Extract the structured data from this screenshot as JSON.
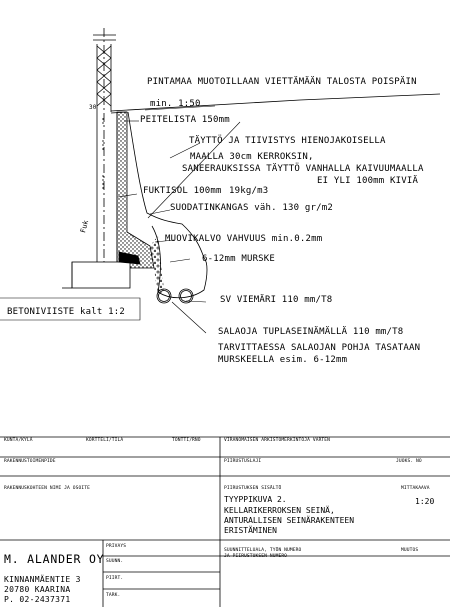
{
  "diagram": {
    "labels": {
      "pintamaa": "PINTAMAA MUOTOILLAAN VIETTÄMÄÄN TALOSTA POISPÄIN",
      "slope": "min. 1:50",
      "dim_30": "30",
      "peitelista": "PEITELISTA 150mm",
      "taytto1": "TÄYTTÖ JA TIIVISTYS HIENOJAKOISELLA",
      "taytto2": "MAALLA 30cm KERROKSIN,",
      "taytto3": "SANEERAUKSISSA TÄYTTÖ VANHALLA KAIVUUMAALLA",
      "taytto4": "EI YLI 100mm KIVIÄ",
      "fuktisol": "FUKTISOL 100mm",
      "density": "19kg/m3",
      "suodatin": "SUODATINKANGAS väh. 130 gr/m2",
      "muovikalvo": "MUOVIKALVO VAHVUUS min.0.2mm",
      "murske": "6-12mm MURSKE",
      "viemari": "SV VIEMÄRI 110 mm/T8",
      "betoni": "BETONIVIISTE kalt 1:2",
      "saladoja": "SALAOJA TUPLASEINÄMÄLLÄ 110 mm/T8",
      "tarv1": "TARVITTAESSA SALAOJAN POHJA TASATAAN",
      "tarv2": "MURSKEELLA esim. 6-12mm",
      "wall_tag": "Fuk"
    }
  },
  "title_block": {
    "kunta": "KUNTA/KYLÄ",
    "kortteli": "KORTTELI/TILA",
    "tontti": "TONTTI/RNO",
    "viranomainen": "VIRANOMAISEN ARKISTOMERKINTÖJÄ VARTEN",
    "rakennustoimenpide": "RAKENNUSTOIMENPIDE",
    "piirustuslaji": "PIIRUSTUSLAJI",
    "juoks_no": "JUOKS. NO",
    "rakennuskohde": "RAKENNUSKOHTEEN NIMI JA OSOITE",
    "sisalto_hdr": "PIIRUSTUKSEN SISÄLTÖ",
    "mittakaava_hdr": "MITTAKAAVA",
    "content1": "TYYPPIKUVA 2.",
    "content2": "KELLARIKERROKSEN SEINÄ,",
    "content3": "ANTURALLISEN SEINÄRAKENTEEN",
    "content4": "ERISTÄMINEN",
    "scale": "1:20",
    "suunnittelu1": "SUUNNITTELUALA, TYÖN NUMERO",
    "suunnittelu2": "JA PIIRUSTUKSEN NUMERO",
    "muutos": "MUUTOS",
    "company": "M. ALANDER OY",
    "addr1": "KINNANMÄENTIE 3",
    "addr2": "20780 KAARINA",
    "addr3": "P. 02-2437371",
    "privays": "PRIVAYS",
    "suunn": "SUUNN.",
    "piirt": "PIIRT.",
    "tark": "TARK."
  }
}
